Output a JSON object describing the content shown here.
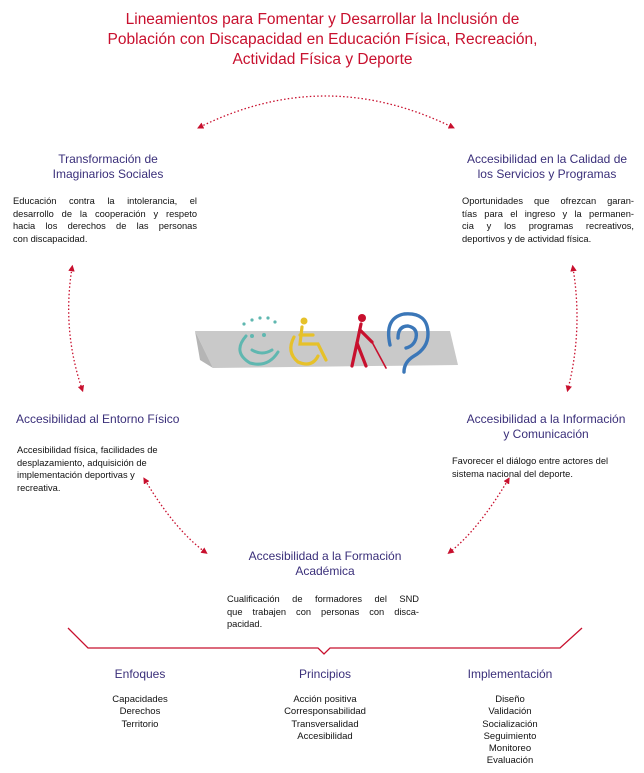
{
  "title": {
    "lines": [
      "Lineamientos para Fomentar y Desarrollar la Inclusión de",
      "Población con Discapacidad en Educación Física, Recreación,",
      "Actividad Física y Deporte"
    ]
  },
  "nodes": {
    "imaginarios": {
      "heading": [
        "Transformación de",
        "Imaginarios Sociales"
      ],
      "text": [
        "Educación contra la intolerancia, el",
        "desarrollo de la cooperación y respeto",
        "hacia los derechos de las personas",
        "con discapacidad."
      ]
    },
    "calidad": {
      "heading": [
        "Accesibilidad en la Calidad de",
        "los Servicios y Programas"
      ],
      "text": [
        "Oportunidades que ofrezcan garan-",
        "tías para el ingreso y la permanen-",
        "cia y los programas recreativos,",
        "deportivos y de actividad física."
      ]
    },
    "entorno": {
      "heading": [
        "Accesibilidad al Entorno Físico"
      ],
      "text": [
        "Accesibilidad física, facilidades de",
        "desplazamiento, adquisición de",
        "implementación deportivas y",
        "recreativa."
      ]
    },
    "informacion": {
      "heading": [
        "Accesibilidad a la Información",
        "y Comunicación"
      ],
      "text": [
        "Favorecer el diálogo entre actores del",
        "sistema nacional del deporte."
      ]
    },
    "formacion": {
      "heading": [
        "Accesibilidad a la Formación",
        "Académica"
      ],
      "text": [
        "Cualificación de formadores del SND",
        "que trabajen con personas con disca-",
        "pacidad."
      ]
    }
  },
  "columns": {
    "enfoques": {
      "heading": "Enfoques",
      "items": [
        "Capacidades",
        "Derechos",
        "Territorio"
      ]
    },
    "principios": {
      "heading": "Principios",
      "items": [
        "Acción positiva",
        "Corresponsabilidad",
        "Transversalidad",
        "Accesibilidad"
      ]
    },
    "implementacion": {
      "heading": "Implementación",
      "items": [
        "Diseño",
        "Validación",
        "Socialización",
        "Seguimiento",
        "Monitoreo",
        "Evaluación"
      ]
    }
  },
  "colors": {
    "title": "#c8102e",
    "heading": "#3a2f7a",
    "arrow": "#c8102e",
    "icon_face": "#5fb7b0",
    "icon_wheelchair": "#e6c12a",
    "icon_blind": "#c8102e",
    "icon_ear": "#3b77b8",
    "platform": "#c9c9c9"
  },
  "icons": [
    "face-icon",
    "wheelchair-icon",
    "blind-person-icon",
    "ear-icon"
  ]
}
